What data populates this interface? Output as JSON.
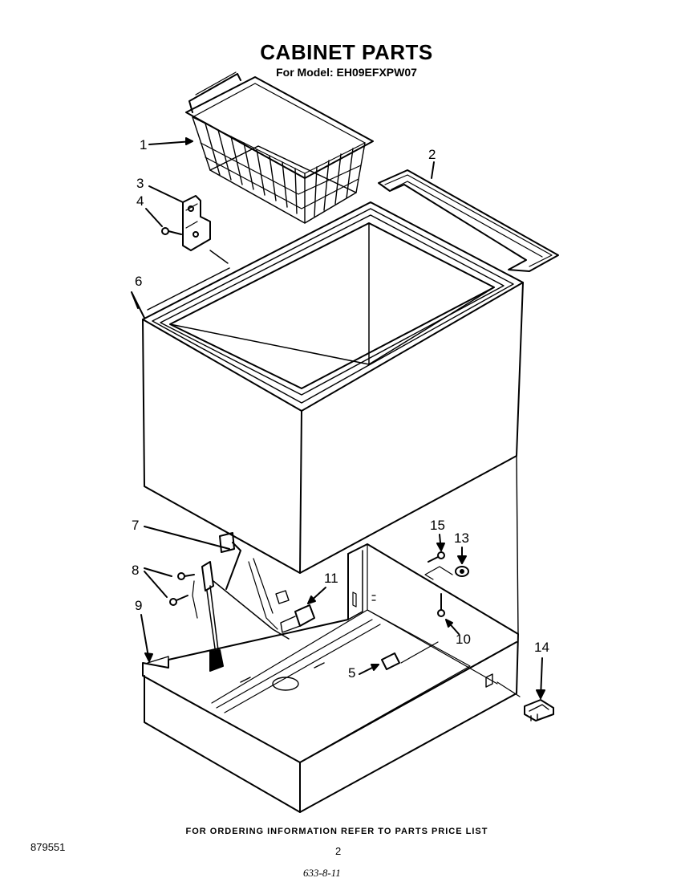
{
  "title": "CABINET PARTS",
  "subtitle": "For Model: EH09EFXPW07",
  "callouts": {
    "c1": "1",
    "c2": "2",
    "c3": "3",
    "c4": "4",
    "c5": "5",
    "c6": "6",
    "c7": "7",
    "c8": "8",
    "c9": "9",
    "c10": "10",
    "c11": "11",
    "c13": "13",
    "c14": "14",
    "c15": "15"
  },
  "footer_note": "FOR ORDERING INFORMATION REFER TO PARTS PRICE LIST",
  "doc_number": "879551",
  "page_number": "2",
  "handwritten_code": "633-8-11"
}
